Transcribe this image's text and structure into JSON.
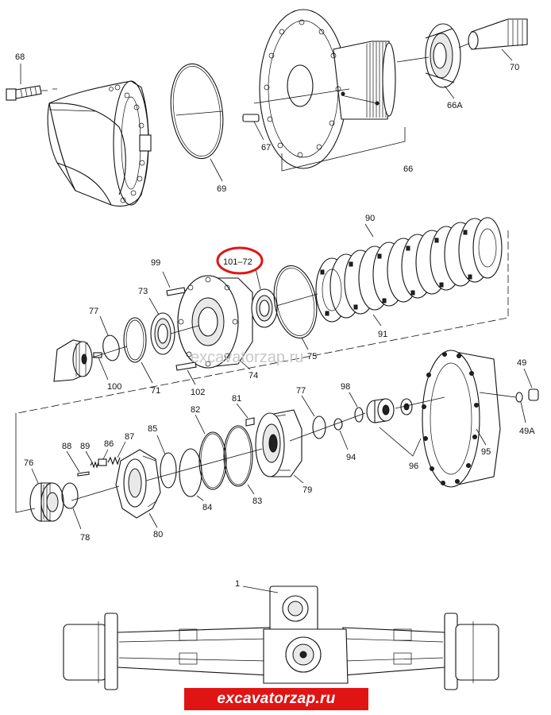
{
  "diagram": {
    "callouts": {
      "c68": "68",
      "c69": "69",
      "c67": "67",
      "c66": "66",
      "c66a": "66A",
      "c70": "70",
      "c99": "99",
      "c101_72": "101–72",
      "c90": "90",
      "c73": "73",
      "c77a": "77",
      "c100": "100",
      "c71": "71",
      "c102": "102",
      "c74": "74",
      "c75": "75",
      "c91": "91",
      "c49": "49",
      "c49a": "49A",
      "c81": "81",
      "c77b": "77",
      "c98": "98",
      "c82": "82",
      "c85": "85",
      "c88": "88",
      "c89": "89",
      "c86": "86",
      "c87": "87",
      "c76": "76",
      "c78": "78",
      "c80": "80",
      "c84": "84",
      "c83": "83",
      "c79": "79",
      "c94": "94",
      "c96": "96",
      "c95": "95",
      "c1": "1"
    },
    "highlight_color": "#e11414",
    "watermark": "excavatorzap.ru",
    "brand_banner": "excavatorzap.ru",
    "brand_color": "#e11414"
  }
}
